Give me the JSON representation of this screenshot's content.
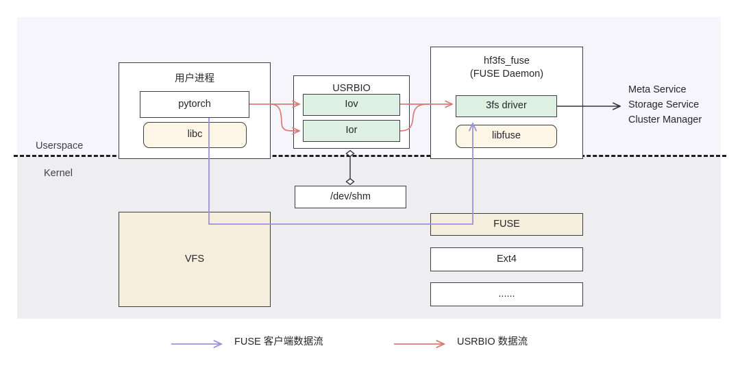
{
  "zones": {
    "userspace_label": "Userspace",
    "kernel_label": "Kernel"
  },
  "userspace": {
    "user_process": {
      "title": "用户进程",
      "children": [
        {
          "label": "pytorch",
          "style": "white"
        },
        {
          "label": "libc",
          "style": "cream-rounded"
        }
      ]
    },
    "usrbio": {
      "title": "USRBIO",
      "children": [
        {
          "label": "Iov",
          "style": "green"
        },
        {
          "label": "Ior",
          "style": "green"
        }
      ]
    },
    "fuse_daemon": {
      "title_line1": "hf3fs_fuse",
      "title_line2": "(FUSE Daemon)",
      "children": [
        {
          "label": "3fs driver",
          "style": "green"
        },
        {
          "label": "libfuse",
          "style": "cream-rounded"
        }
      ]
    },
    "external_services": [
      "Meta Service",
      "Storage Service",
      "Cluster Manager"
    ]
  },
  "kernel": {
    "dev_shm": "/dev/shm",
    "vfs": "VFS",
    "filesystems": [
      {
        "label": "FUSE",
        "style": "cream"
      },
      {
        "label": "Ext4",
        "style": "white"
      },
      {
        "label": "......",
        "style": "white"
      }
    ]
  },
  "legend": [
    {
      "label": "FUSE 客户端数据流",
      "color": "#9b92d8"
    },
    {
      "label": "USRBIO 数据流",
      "color": "#d87b77"
    }
  ],
  "colors": {
    "userspace_band": "#f5f5fb",
    "kernel_band": "#eeeef1",
    "green_fill": "#ddf0e1",
    "cream_fill": "#fdf5e6",
    "cream_solid": "#f6eedc",
    "fuse_flow": "#9b92d8",
    "usrbio_flow": "#d87b77",
    "service_arrow": "#2e3440",
    "border": "#3c3c42"
  }
}
